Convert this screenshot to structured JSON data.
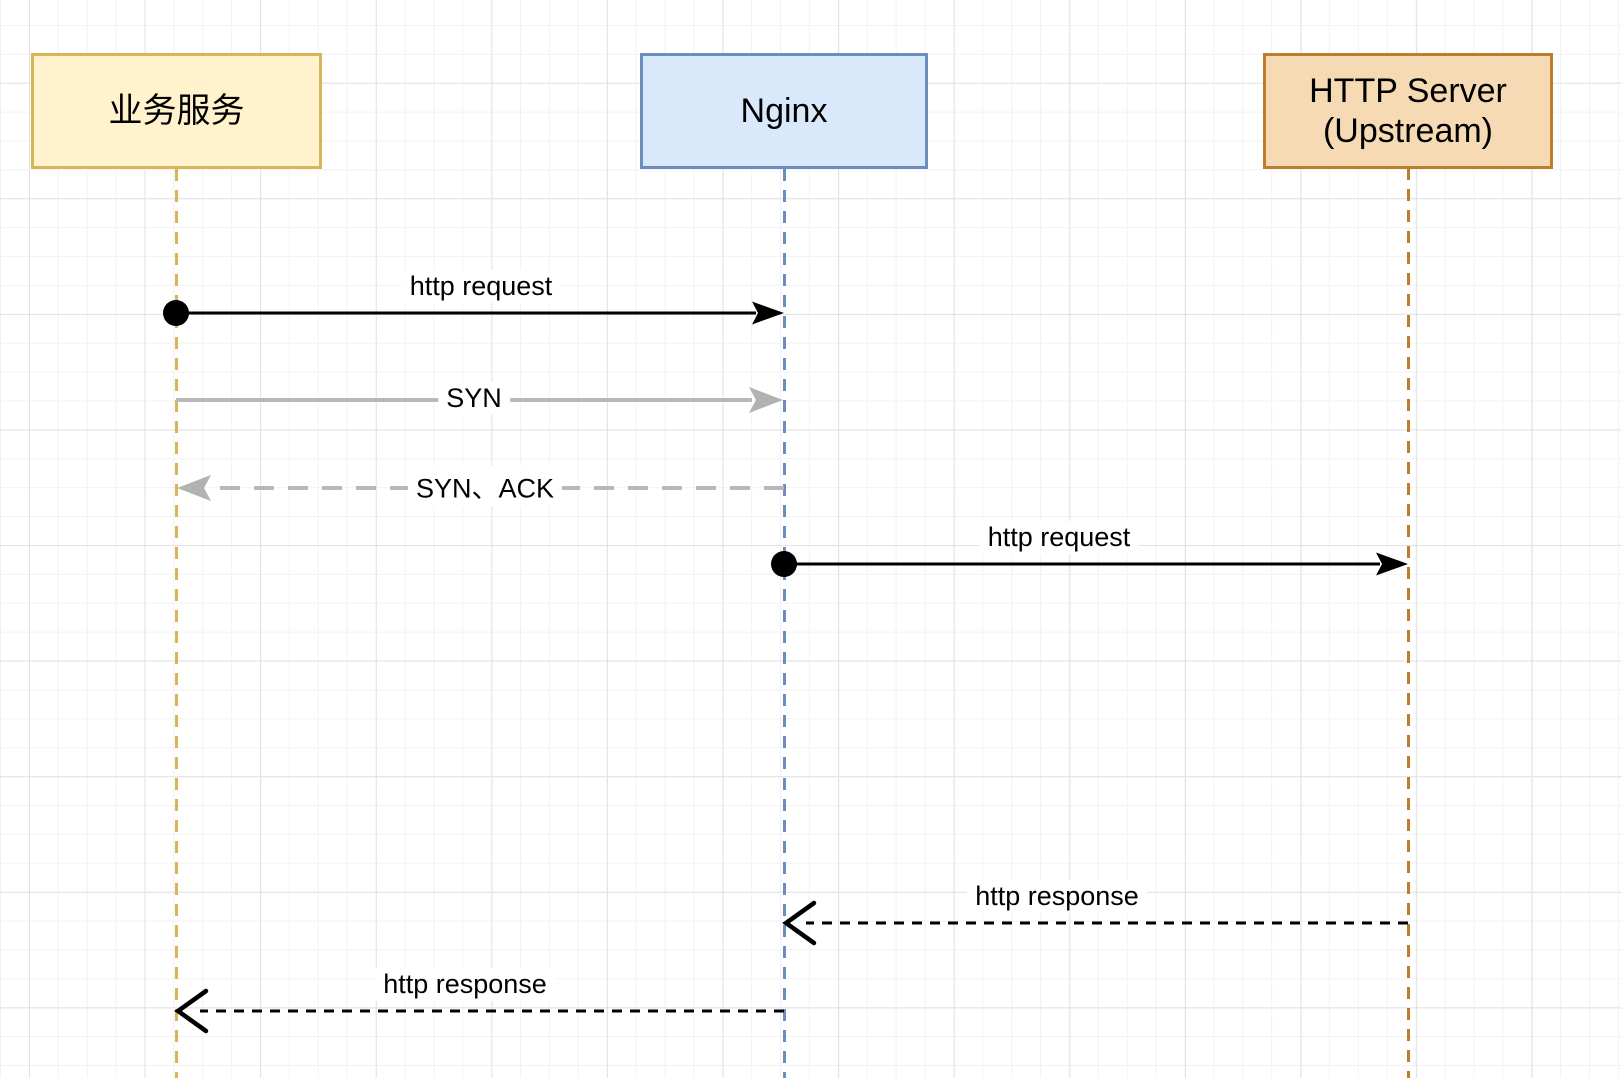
{
  "canvas": {
    "background": "#ffffff",
    "grid_minor_color": "#f2f2f4",
    "grid_major_color": "#e2e2e5"
  },
  "actors": [
    {
      "label": "业务服务",
      "fill": "#FFF2CC",
      "border": "#D6B656",
      "lifeline_color": "#D6B656"
    },
    {
      "label": "Nginx",
      "fill": "#DAE8FC",
      "border": "#6C8EBF",
      "lifeline_color": "#6C8EBF"
    },
    {
      "label": "HTTP Server (Upstream)",
      "lines": [
        "HTTP Server",
        "(Upstream)"
      ],
      "fill": "#F6DAB4",
      "border": "#BE7D2C",
      "lifeline_color": "#BE7D2C"
    }
  ],
  "messages": [
    {
      "label": "http request",
      "from": "业务服务",
      "to": "Nginx",
      "line": "solid",
      "color": "#000000",
      "start": "filled-dot",
      "head": "filled-triangle"
    },
    {
      "label": "SYN",
      "from": "业务服务",
      "to": "Nginx",
      "line": "solid",
      "color": "#B8B8B8",
      "head": "filled-triangle"
    },
    {
      "label": "SYN、ACK",
      "from": "Nginx",
      "to": "业务服务",
      "line": "dashed",
      "color": "#B8B8B8",
      "head": "filled-triangle"
    },
    {
      "label": "http request",
      "from": "Nginx",
      "to": "HTTP Server (Upstream)",
      "line": "solid",
      "color": "#000000",
      "start": "filled-dot",
      "head": "filled-triangle"
    },
    {
      "label": "http response",
      "from": "HTTP Server (Upstream)",
      "to": "Nginx",
      "line": "dashed",
      "color": "#000000",
      "head": "open-chevron"
    },
    {
      "label": "http response",
      "from": "Nginx",
      "to": "业务服务",
      "line": "dashed",
      "color": "#000000",
      "head": "open-chevron"
    }
  ]
}
